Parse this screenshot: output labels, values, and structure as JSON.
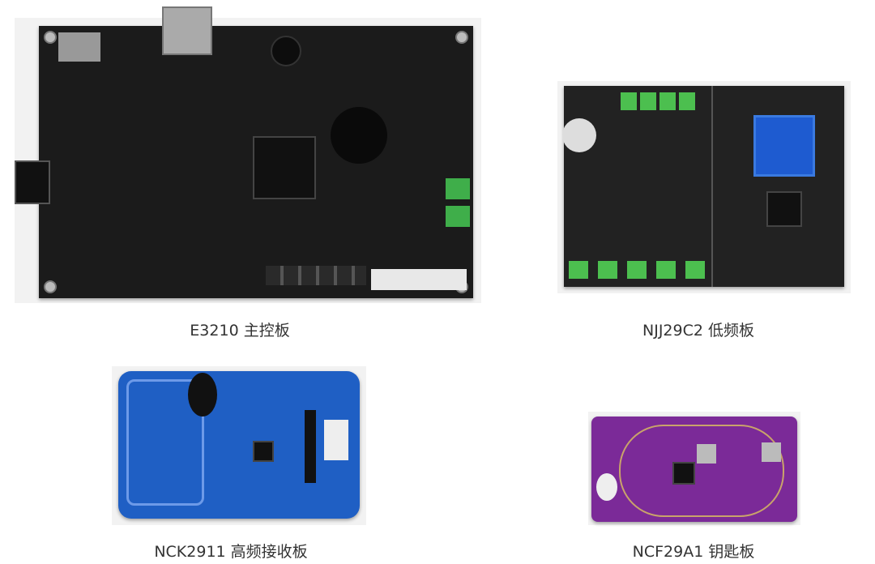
{
  "boards": [
    {
      "caption": "E3210 主控板",
      "color": "#1b1b1b"
    },
    {
      "caption": "NJJ29C2 低频板",
      "color": "#222222"
    },
    {
      "caption": "NCK2911 高频接收板",
      "color": "#1f5fc4"
    },
    {
      "caption": "NCF29A1 钥匙板",
      "color": "#7b2a98"
    }
  ]
}
